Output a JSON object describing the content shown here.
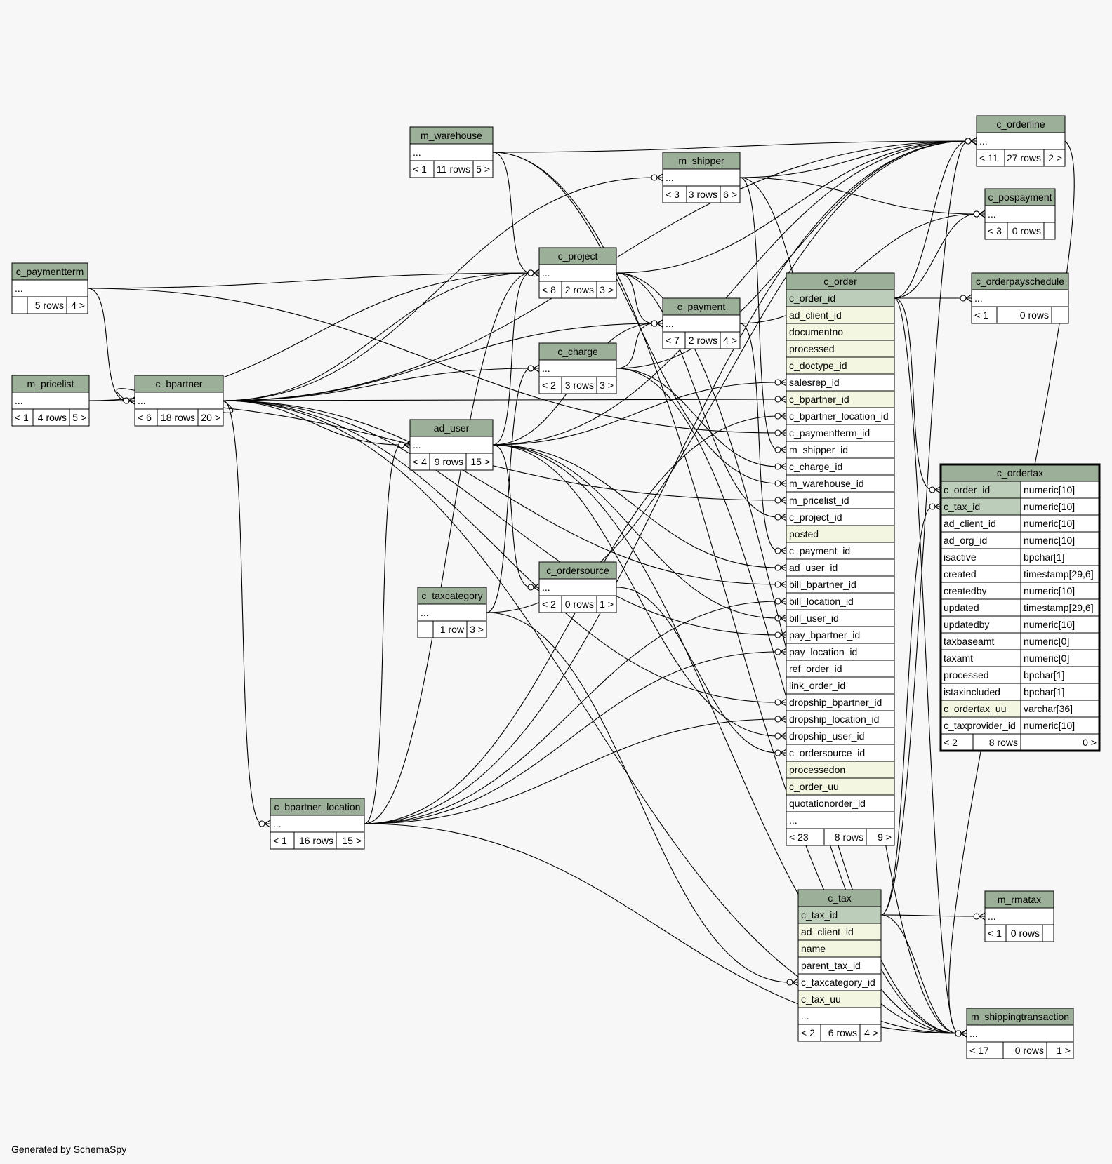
{
  "colors": {
    "header": "#9caf98",
    "key": "#bccdb9",
    "index": "#f3f6e0",
    "plain": "#ffffff",
    "line": "#000000",
    "background": "#f7f7f7"
  },
  "footer": "Generated by SchemaSpy",
  "tables": [
    {
      "id": "m_warehouse",
      "name": "m_warehouse",
      "columns": [
        {
          "name": "...",
          "style": "plain"
        }
      ],
      "footer": {
        "parents": "< 1",
        "rows": "11 rows",
        "children": "5 >"
      }
    },
    {
      "id": "m_shipper",
      "name": "m_shipper",
      "columns": [
        {
          "name": "...",
          "style": "plain"
        }
      ],
      "footer": {
        "parents": "< 3",
        "rows": "3 rows",
        "children": "6 >"
      }
    },
    {
      "id": "c_orderline",
      "name": "c_orderline",
      "columns": [
        {
          "name": "...",
          "style": "plain"
        }
      ],
      "footer": {
        "parents": "< 11",
        "rows": "27 rows",
        "children": "2 >"
      }
    },
    {
      "id": "c_pospayment",
      "name": "c_pospayment",
      "columns": [
        {
          "name": "...",
          "style": "plain"
        }
      ],
      "footer": {
        "parents": "< 3",
        "rows": "0 rows",
        "children": ""
      }
    },
    {
      "id": "c_paymentterm",
      "name": "c_paymentterm",
      "columns": [
        {
          "name": "...",
          "style": "plain"
        }
      ],
      "footer": {
        "parents": "",
        "rows": "5 rows",
        "children": "4 >"
      }
    },
    {
      "id": "c_project",
      "name": "c_project",
      "columns": [
        {
          "name": "...",
          "style": "plain"
        }
      ],
      "footer": {
        "parents": "< 8",
        "rows": "2 rows",
        "children": "3 >"
      }
    },
    {
      "id": "c_orderpayschedule",
      "name": "c_orderpayschedule",
      "columns": [
        {
          "name": "...",
          "style": "plain"
        }
      ],
      "footer": {
        "parents": "< 1",
        "rows": "0 rows",
        "children": ""
      }
    },
    {
      "id": "c_payment",
      "name": "c_payment",
      "columns": [
        {
          "name": "...",
          "style": "plain"
        }
      ],
      "footer": {
        "parents": "< 7",
        "rows": "2 rows",
        "children": "4 >"
      }
    },
    {
      "id": "c_charge",
      "name": "c_charge",
      "columns": [
        {
          "name": "...",
          "style": "plain"
        }
      ],
      "footer": {
        "parents": "< 2",
        "rows": "3 rows",
        "children": "3 >"
      }
    },
    {
      "id": "m_pricelist",
      "name": "m_pricelist",
      "columns": [
        {
          "name": "...",
          "style": "plain"
        }
      ],
      "footer": {
        "parents": "< 1",
        "rows": "4 rows",
        "children": "5 >"
      }
    },
    {
      "id": "c_bpartner",
      "name": "c_bpartner",
      "columns": [
        {
          "name": "...",
          "style": "plain"
        }
      ],
      "footer": {
        "parents": "< 6",
        "rows": "18 rows",
        "children": "20 >"
      }
    },
    {
      "id": "ad_user",
      "name": "ad_user",
      "columns": [
        {
          "name": "...",
          "style": "plain"
        }
      ],
      "footer": {
        "parents": "< 4",
        "rows": "9 rows",
        "children": "15 >"
      }
    },
    {
      "id": "c_ordersource",
      "name": "c_ordersource",
      "columns": [
        {
          "name": "...",
          "style": "plain"
        }
      ],
      "footer": {
        "parents": "< 2",
        "rows": "0 rows",
        "children": "1 >"
      }
    },
    {
      "id": "c_taxcategory",
      "name": "c_taxcategory",
      "columns": [
        {
          "name": "...",
          "style": "plain"
        }
      ],
      "footer": {
        "parents": "",
        "rows": "1 row",
        "children": "3 >"
      }
    },
    {
      "id": "c_bpartner_location",
      "name": "c_bpartner_location",
      "columns": [
        {
          "name": "...",
          "style": "plain"
        }
      ],
      "footer": {
        "parents": "< 1",
        "rows": "16 rows",
        "children": "15 >"
      }
    },
    {
      "id": "c_order",
      "name": "c_order",
      "columns": [
        {
          "name": "c_order_id",
          "style": "key"
        },
        {
          "name": "ad_client_id",
          "style": "index"
        },
        {
          "name": "documentno",
          "style": "index"
        },
        {
          "name": "processed",
          "style": "index"
        },
        {
          "name": "c_doctype_id",
          "style": "index"
        },
        {
          "name": "salesrep_id",
          "style": "plain"
        },
        {
          "name": "c_bpartner_id",
          "style": "index"
        },
        {
          "name": "c_bpartner_location_id",
          "style": "plain"
        },
        {
          "name": "c_paymentterm_id",
          "style": "plain"
        },
        {
          "name": "m_shipper_id",
          "style": "plain"
        },
        {
          "name": "c_charge_id",
          "style": "plain"
        },
        {
          "name": "m_warehouse_id",
          "style": "plain"
        },
        {
          "name": "m_pricelist_id",
          "style": "plain"
        },
        {
          "name": "c_project_id",
          "style": "plain"
        },
        {
          "name": "posted",
          "style": "index"
        },
        {
          "name": "c_payment_id",
          "style": "plain"
        },
        {
          "name": "ad_user_id",
          "style": "plain"
        },
        {
          "name": "bill_bpartner_id",
          "style": "plain"
        },
        {
          "name": "bill_location_id",
          "style": "plain"
        },
        {
          "name": "bill_user_id",
          "style": "plain"
        },
        {
          "name": "pay_bpartner_id",
          "style": "plain"
        },
        {
          "name": "pay_location_id",
          "style": "plain"
        },
        {
          "name": "ref_order_id",
          "style": "plain"
        },
        {
          "name": "link_order_id",
          "style": "plain"
        },
        {
          "name": "dropship_bpartner_id",
          "style": "plain"
        },
        {
          "name": "dropship_location_id",
          "style": "plain"
        },
        {
          "name": "dropship_user_id",
          "style": "plain"
        },
        {
          "name": "c_ordersource_id",
          "style": "plain"
        },
        {
          "name": "processedon",
          "style": "index"
        },
        {
          "name": "c_order_uu",
          "style": "index"
        },
        {
          "name": "quotationorder_id",
          "style": "plain"
        },
        {
          "name": "...",
          "style": "plain"
        }
      ],
      "footer": {
        "parents": "< 23",
        "rows": "8 rows",
        "children": "9 >"
      }
    },
    {
      "id": "c_ordertax",
      "name": "c_ordertax",
      "columns": [
        {
          "name": "c_order_id",
          "type": "numeric[10]",
          "style": "key"
        },
        {
          "name": "c_tax_id",
          "type": "numeric[10]",
          "style": "key"
        },
        {
          "name": "ad_client_id",
          "type": "numeric[10]",
          "style": "plain"
        },
        {
          "name": "ad_org_id",
          "type": "numeric[10]",
          "style": "plain"
        },
        {
          "name": "isactive",
          "type": "bpchar[1]",
          "style": "plain"
        },
        {
          "name": "created",
          "type": "timestamp[29,6]",
          "style": "plain"
        },
        {
          "name": "createdby",
          "type": "numeric[10]",
          "style": "plain"
        },
        {
          "name": "updated",
          "type": "timestamp[29,6]",
          "style": "plain"
        },
        {
          "name": "updatedby",
          "type": "numeric[10]",
          "style": "plain"
        },
        {
          "name": "taxbaseamt",
          "type": "numeric[0]",
          "style": "plain"
        },
        {
          "name": "taxamt",
          "type": "numeric[0]",
          "style": "plain"
        },
        {
          "name": "processed",
          "type": "bpchar[1]",
          "style": "plain"
        },
        {
          "name": "istaxincluded",
          "type": "bpchar[1]",
          "style": "plain"
        },
        {
          "name": "c_ordertax_uu",
          "type": "varchar[36]",
          "style": "index"
        },
        {
          "name": "c_taxprovider_id",
          "type": "numeric[10]",
          "style": "plain"
        }
      ],
      "footer": {
        "parents": "< 2",
        "rows": "8 rows",
        "children": "0 >"
      }
    },
    {
      "id": "c_tax",
      "name": "c_tax",
      "columns": [
        {
          "name": "c_tax_id",
          "style": "key"
        },
        {
          "name": "ad_client_id",
          "style": "index"
        },
        {
          "name": "name",
          "style": "index"
        },
        {
          "name": "parent_tax_id",
          "style": "plain"
        },
        {
          "name": "c_taxcategory_id",
          "style": "plain"
        },
        {
          "name": "c_tax_uu",
          "style": "index"
        },
        {
          "name": "...",
          "style": "plain"
        }
      ],
      "footer": {
        "parents": "< 2",
        "rows": "6 rows",
        "children": "4 >"
      }
    },
    {
      "id": "m_rmatax",
      "name": "m_rmatax",
      "columns": [
        {
          "name": "...",
          "style": "plain"
        }
      ],
      "footer": {
        "parents": "< 1",
        "rows": "0 rows",
        "children": ""
      }
    },
    {
      "id": "m_shippingtransaction",
      "name": "m_shippingtransaction",
      "columns": [
        {
          "name": "...",
          "style": "plain"
        }
      ],
      "footer": {
        "parents": "< 17",
        "rows": "0 rows",
        "children": "1 >"
      }
    }
  ]
}
